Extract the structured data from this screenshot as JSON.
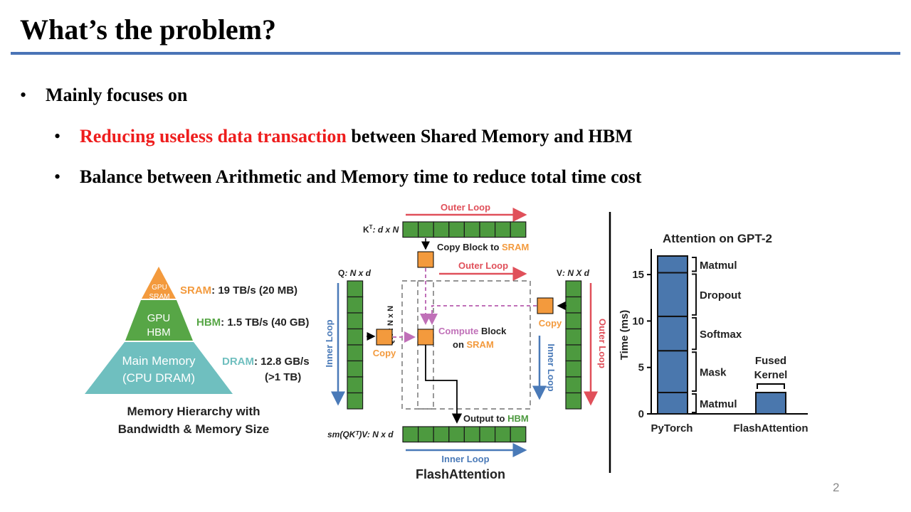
{
  "slide": {
    "title": "What’s the problem?",
    "bullet_main": "Mainly focuses on",
    "sub1_red": "Reducing useless data transaction",
    "sub1_rest": " between Shared Memory and HBM",
    "sub2": "Balance between Arithmetic and Memory time to reduce total time cost",
    "page_number": "2"
  },
  "pyramid": {
    "top_l1": "GPU",
    "top_l2": "SRAM",
    "mid_l1": "GPU",
    "mid_l2": "HBM",
    "bot_l1": "Main Memory",
    "bot_l2": "(CPU DRAM)",
    "sram_name": "SRAM",
    "sram_spec": ": 19 TB/s (20 MB)",
    "hbm_name": "HBM",
    "hbm_spec": ": 1.5 TB/s (40 GB)",
    "dram_name": "DRAM",
    "dram_spec": ": 12.8 GB/s",
    "dram_spec2": "(>1 TB)",
    "caption1": "Memory Hierarchy with",
    "caption2": "Bandwidth & Memory Size",
    "colors": {
      "sram": "#f39a3d",
      "hbm": "#57a646",
      "dram": "#6fbfbf"
    }
  },
  "flash": {
    "outer_loop_top": "Outer Loop",
    "outer_loop_mid": "Outer Loop",
    "outer_loop_right": "Outer Loop",
    "inner_loop_left": "Inner Loop",
    "inner_loop_right": "Inner Loop",
    "inner_loop_bottom": "Inner Loop",
    "kt_bold": "K",
    "kt_sup": "T",
    "kt_rest": ": d x N",
    "q_bold": "Q",
    "q_rest": ": N x d",
    "v_bold": "V",
    "v_rest": ": N X d",
    "qkt_label": "QKᵀ: N x N",
    "copy_block": "Copy Block to ",
    "sram_word": "SRAM",
    "copy_left": "Copy",
    "copy_right": "Copy",
    "compute_word": "Compute",
    "block_word": " Block",
    "on_word": "on ",
    "sram_word2": "SRAM",
    "output_to": "Output to ",
    "hbm_word": "HBM",
    "sm_label": "sm(QKᵀ)V: N x d",
    "caption": "FlashAttention",
    "colors": {
      "green": "#4d9a3f",
      "orange": "#f39a3d",
      "red_arrow": "#e0505a",
      "blue_arrow": "#4a7ab8",
      "purple": "#c070b8",
      "hbm_green": "#4d9a3f"
    }
  },
  "chart_data": {
    "type": "bar",
    "title": "Attention on GPT-2",
    "ylabel": "Time (ms)",
    "ylim": [
      0,
      17
    ],
    "yticks": [
      "0",
      "5",
      "10",
      "15"
    ],
    "categories": [
      "PyTorch",
      "FlashAttention"
    ],
    "stack_pytorch": [
      {
        "name": "Matmul",
        "from": 0,
        "to": 2.3
      },
      {
        "name": "Mask",
        "from": 2.3,
        "to": 6.8
      },
      {
        "name": "Softmax",
        "from": 6.8,
        "to": 10.5
      },
      {
        "name": "Dropout",
        "from": 10.5,
        "to": 15.2
      },
      {
        "name": "Matmul",
        "from": 15.2,
        "to": 17.0
      }
    ],
    "flashattention_value": 2.3,
    "flashattention_label": "Fused\nKernel",
    "fused1": "Fused",
    "fused2": "Kernel",
    "bar_color": "#4a77ad"
  }
}
